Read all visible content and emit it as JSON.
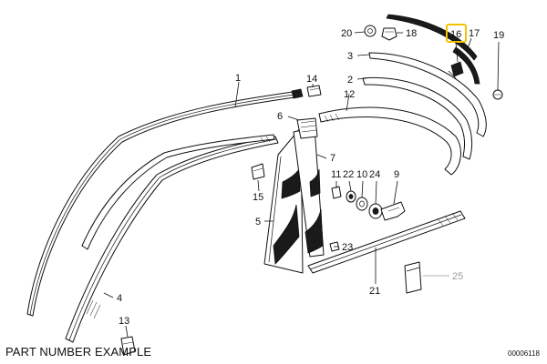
{
  "diagram": {
    "highlight_color": "#f2c200",
    "highlighted_part": "16",
    "dimmed_part": "25",
    "parts": [
      {
        "key": "p1",
        "number": "1"
      },
      {
        "key": "p2",
        "number": "2"
      },
      {
        "key": "p3",
        "number": "3"
      },
      {
        "key": "p4",
        "number": "4"
      },
      {
        "key": "p5",
        "number": "5"
      },
      {
        "key": "p6",
        "number": "6"
      },
      {
        "key": "p7",
        "number": "7"
      },
      {
        "key": "p9",
        "number": "9"
      },
      {
        "key": "p10",
        "number": "10"
      },
      {
        "key": "p11",
        "number": "11"
      },
      {
        "key": "p12",
        "number": "12"
      },
      {
        "key": "p13",
        "number": "13"
      },
      {
        "key": "p14",
        "number": "14"
      },
      {
        "key": "p15",
        "number": "15"
      },
      {
        "key": "p16",
        "number": "16"
      },
      {
        "key": "p17",
        "number": "17"
      },
      {
        "key": "p18",
        "number": "18"
      },
      {
        "key": "p19",
        "number": "19"
      },
      {
        "key": "p20",
        "number": "20"
      },
      {
        "key": "p21",
        "number": "21"
      },
      {
        "key": "p22",
        "number": "22"
      },
      {
        "key": "p23",
        "number": "23"
      },
      {
        "key": "p24",
        "number": "24"
      },
      {
        "key": "p25",
        "number": "25"
      }
    ]
  },
  "footer": {
    "caption": "PART NUMBER EXAMPLE",
    "drawing_code": "00006118"
  }
}
